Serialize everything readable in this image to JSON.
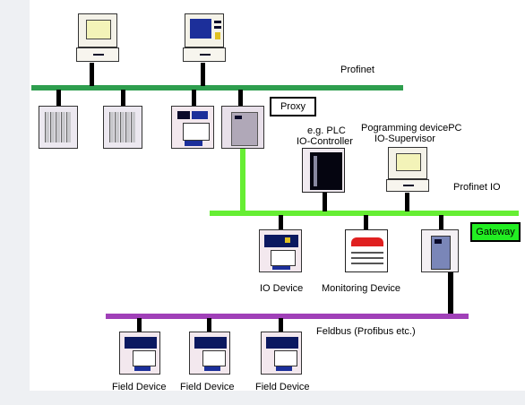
{
  "buses": {
    "profinet": "Profinet",
    "profinet_io": "Profinet IO",
    "feldbus": "Feldbus (Profibus etc.)"
  },
  "tags": {
    "proxy": "Proxy",
    "gateway": "Gateway"
  },
  "devices": {
    "plc_line1": "e.g. PLC",
    "plc_line2": "IO-Controller",
    "supervisor_line1": "Pogramming devicePC",
    "supervisor_line2": "IO-Supervisor",
    "io_device": "IO Device",
    "monitoring_device": "Monitoring Device",
    "field_devices": [
      "Field Device",
      "Field Device",
      "Field Device"
    ]
  },
  "colors": {
    "profinet_bus": "#2e9e4e",
    "profinet_io_bus": "#66ee33",
    "feldbus": "#a040b8",
    "gateway_fill": "#22ee22"
  }
}
